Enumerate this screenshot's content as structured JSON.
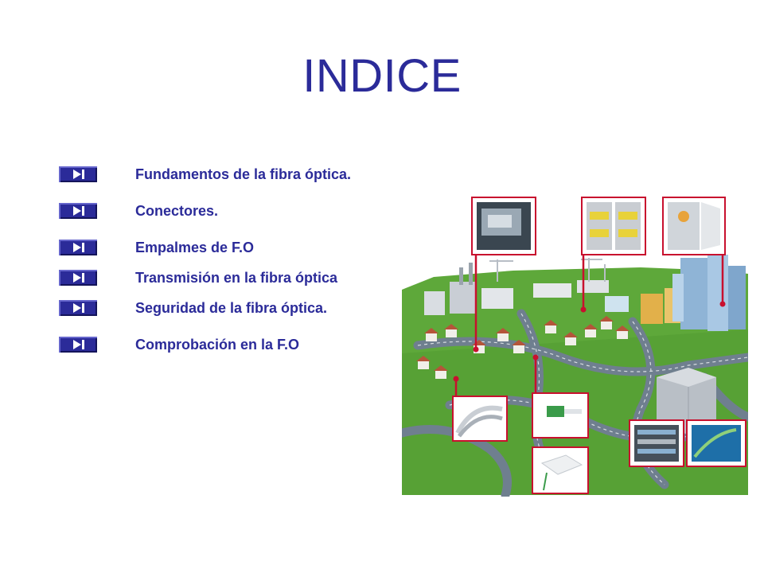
{
  "slide": {
    "title": "INDICE"
  },
  "menu": {
    "items": [
      {
        "label": "Fundamentos de la fibra óptica.",
        "icon": "next-track-icon"
      },
      {
        "label": "Conectores.",
        "icon": "next-track-icon"
      },
      {
        "label": "Empalmes de F.O",
        "icon": "next-track-icon"
      },
      {
        "label": "Transmisión en la fibra óptica",
        "icon": "next-track-icon"
      },
      {
        "label": "Seguridad de la fibra óptica.",
        "icon": "next-track-icon"
      },
      {
        "label": "Comprobación en la F.O",
        "icon": "next-track-icon"
      }
    ]
  },
  "colors": {
    "accent": "#2b2b99",
    "callout": "#c8102e",
    "grass": "#5ea83a",
    "road": "#6f7f8f",
    "background": "#ffffff"
  },
  "illustration": {
    "icon": "fiber-network-city-illustration"
  }
}
